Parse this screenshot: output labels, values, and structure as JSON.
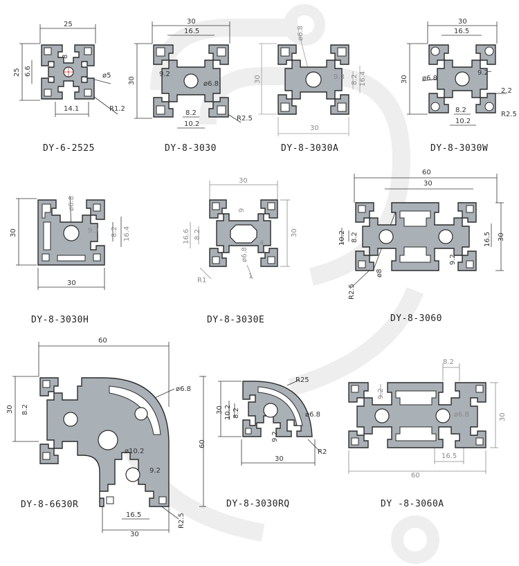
{
  "colors": {
    "profile_fill": "#a9b0b6",
    "profile_stroke": "#2b2b2b",
    "line": "#333333",
    "bore": "#d23030"
  },
  "profiles": [
    {
      "id": "p1",
      "label": "DY-6-2525",
      "dims": [
        "25",
        "25",
        "6.6",
        "8",
        "ø5",
        "14.1",
        "R1.2"
      ]
    },
    {
      "id": "p2",
      "label": "DY-8-3030",
      "dims": [
        "30",
        "16.5",
        "30",
        "9.2",
        "ø6.8",
        "8.2",
        "10.2",
        "R2.5"
      ]
    },
    {
      "id": "p3",
      "label": "DY-8-3030A",
      "dims": [
        "ø6.8",
        "30",
        "9.3",
        "8.2",
        "16.4",
        "30"
      ]
    },
    {
      "id": "p4",
      "label": "DY-8-3030W",
      "dims": [
        "30",
        "16.5",
        "30",
        "ø6.8",
        "9.2",
        "2.2",
        "8.2",
        "10.2",
        "R2.5"
      ]
    },
    {
      "id": "p5",
      "label": "DY-8-3030H",
      "dims": [
        "ø6.8",
        "30",
        "9.3",
        "8.2",
        "16.4",
        "30"
      ]
    },
    {
      "id": "p6",
      "label": "DY-8-3030E",
      "dims": [
        "30",
        "9",
        "16.6",
        "8.2",
        "30",
        "ø6.8",
        "4",
        "R1",
        "1"
      ]
    },
    {
      "id": "p7",
      "label": "DY-8-3060",
      "dims": [
        "60",
        "30",
        "8.2",
        "10.2",
        "16.5",
        "30",
        "ø8",
        "9.2",
        "R2.5"
      ]
    },
    {
      "id": "p8",
      "label": "DY-8-6630R",
      "dims": [
        "60",
        "30",
        "8.2",
        "ø6.8",
        "60",
        "ø10.2",
        "9.2",
        "16.5",
        "R2.5",
        "30"
      ]
    },
    {
      "id": "p9",
      "label": "DY-8-3030RQ",
      "dims": [
        "R25",
        "30",
        "10.2",
        "8.2",
        "ø6.8",
        "9.2",
        "R2",
        "30"
      ]
    },
    {
      "id": "p10",
      "label": "DY -8-3060A",
      "dims": [
        "8.2",
        "9.2",
        "30",
        "ø6.8",
        "16.5",
        "60"
      ]
    }
  ]
}
